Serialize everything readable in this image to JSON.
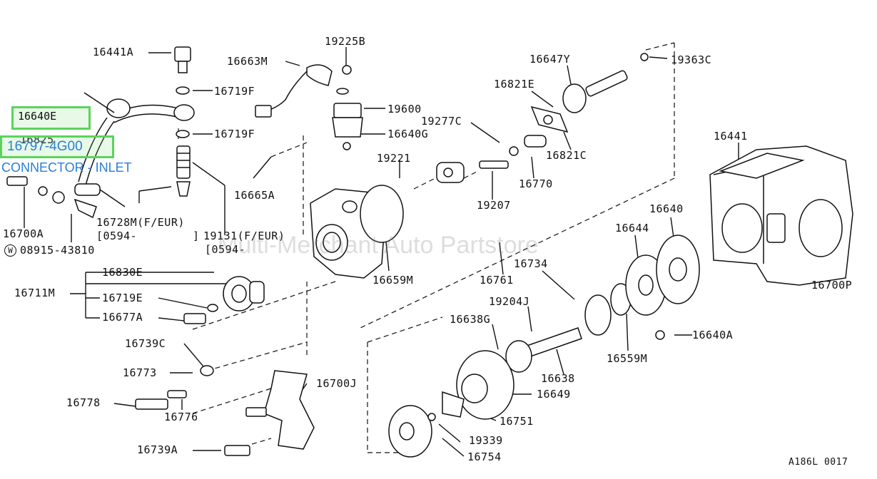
{
  "diagram": {
    "ref_code": "A186L 0017",
    "watermark": "Multi-Merchant Auto Partstore",
    "selected_part": {
      "number": "16797-4G00",
      "description": "CONNECTOR - INLET"
    },
    "labels": {
      "l16441A": "16441A",
      "l16663M": "16663M",
      "l19225B": "19225B",
      "l16647Y": "16647Y",
      "l19363C": "19363C",
      "l16719F_a": "16719F",
      "l16640E": "16640E",
      "l16825": "16825",
      "l19600": "19600",
      "l16821E": "16821E",
      "l19277C": "19277C",
      "l16640G": "16640G",
      "l16719F_b": "16719F",
      "l16821C": "16821C",
      "l16441": "16441",
      "l19221": "19221",
      "l16665A": "16665A",
      "l19207": "19207",
      "l16770": "16770",
      "l16700A": "16700A",
      "l08915": "08915-43810",
      "w_mark": "W",
      "l16728M": "16728M(F/EUR)",
      "l0594a": "[0594-",
      "l0594a_end": "]",
      "l19131": "19131(F/EUR)",
      "l0594b": "[0594-",
      "l16640": "16640",
      "l16644": "16644",
      "l16830E": "16830E",
      "l16711M": "16711M",
      "l16719E": "16719E",
      "l16677A": "16677A",
      "l16659M": "16659M",
      "l16761": "16761",
      "l16734": "16734",
      "l16700P": "16700P",
      "l19204J": "19204J",
      "l16638G": "16638G",
      "l16640A": "16640A",
      "l16559M": "16559M",
      "l16739C": "16739C",
      "l16773": "16773",
      "l16638": "16638",
      "l16700J": "16700J",
      "l16649": "16649",
      "l16778": "16778",
      "l16776": "16776",
      "l16751": "16751",
      "l19339": "19339",
      "l16739A": "16739A",
      "l16754": "16754"
    }
  }
}
